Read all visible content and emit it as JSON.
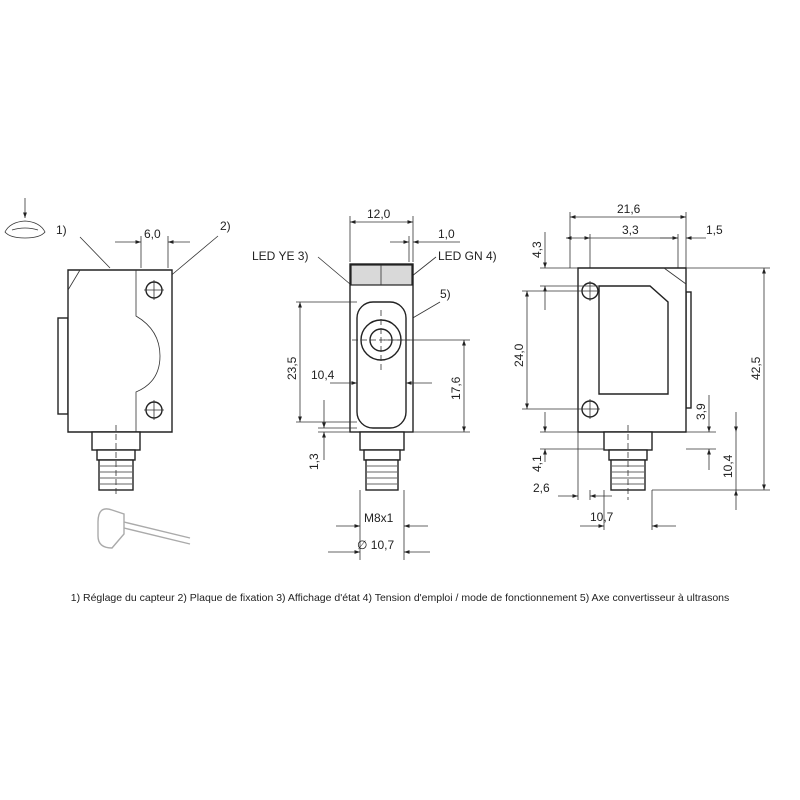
{
  "left_view": {
    "callout_1": "1)",
    "callout_2": "2)",
    "dim_width_fixing": "6,0"
  },
  "front_view": {
    "dim_width": "12,0",
    "dim_led_offset": "1,0",
    "led_ye_label": "LED YE 3)",
    "led_gn_label": "LED GN 4)",
    "callout_5": "5)",
    "dim_height_23_5": "23,5",
    "dim_lens_10_4": "10,4",
    "dim_height_17_6": "17,6",
    "dim_bottom_1_3": "1,3",
    "thread_label": "M8x1",
    "dia_10_7": "∅ 10,7"
  },
  "right_view": {
    "dim_width_21_6": "21,6",
    "dim_3_3": "3,3",
    "dim_1_5": "1,5",
    "dim_4_3": "4,3",
    "dim_24_0": "24,0",
    "dim_42_5": "42,5",
    "dim_3_9": "3,9",
    "dim_4_1": "4,1",
    "dim_10_4": "10,4",
    "dim_2_6": "2,6",
    "dim_10_7": "10,7"
  },
  "legend": "1) Réglage du capteur  2) Plaque de fixation  3) Affichage d'état  4) Tension d'emploi / mode de fonctionnement  5) Axe convertisseur à ultrasons"
}
